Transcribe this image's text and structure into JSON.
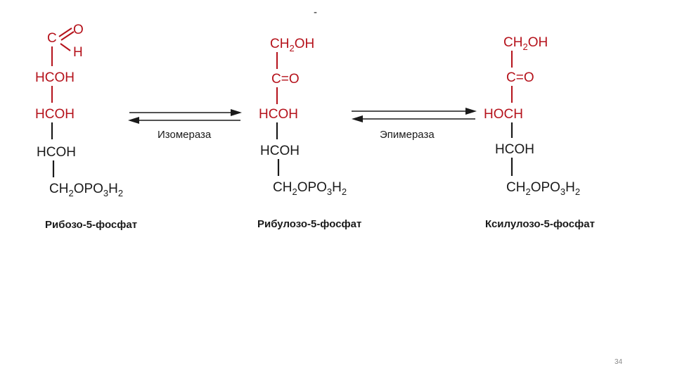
{
  "top_mark": "-",
  "molecules": {
    "ribose": {
      "c1_c": "C",
      "c1_o": "O",
      "c1_h": "H",
      "c2": "HCOH",
      "c3": "HCOH",
      "c4": "HCOH",
      "c5_a": "CH",
      "c5_s1": "2",
      "c5_b": "OPO",
      "c5_s2": "3",
      "c5_c": "H",
      "c5_s3": "2",
      "name": "Рибозо-5-фосфат"
    },
    "ribulose": {
      "c1_a": "CH",
      "c1_s": "2",
      "c1_b": "OH",
      "c2": "C=O",
      "c3": "HCOH",
      "c4": "HCOH",
      "c5_a": "CH",
      "c5_s1": "2",
      "c5_b": "OPO",
      "c5_s2": "3",
      "c5_c": "H",
      "c5_s3": "2",
      "name": "Рибулозо-5-фосфат"
    },
    "xylulose": {
      "c1_a": "CH",
      "c1_s": "2",
      "c1_b": "OH",
      "c2": "C=O",
      "c3": "HOCH",
      "c4": "HCOH",
      "c5_a": "CH",
      "c5_s1": "2",
      "c5_b": "OPO",
      "c5_s2": "3",
      "c5_c": "H",
      "c5_s3": "2",
      "name": "Ксилулозо-5-фосфат"
    }
  },
  "enzymes": {
    "isomerase": "Изомераза",
    "epimerase": "Эпимераза"
  },
  "page_number": "34",
  "colors": {
    "structure_red": "#b5121b",
    "structure_black": "#1a1a1a"
  }
}
